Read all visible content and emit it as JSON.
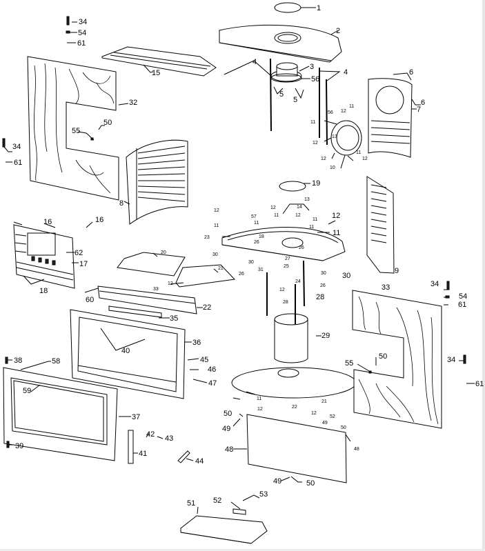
{
  "diagram": {
    "title": "Exploded parts diagram - wood stove",
    "callouts": [
      {
        "id": "c1",
        "label": "1"
      },
      {
        "id": "c2",
        "label": "2"
      },
      {
        "id": "c3",
        "label": "3"
      },
      {
        "id": "c4a",
        "label": "4"
      },
      {
        "id": "c4b",
        "label": "4"
      },
      {
        "id": "c5a",
        "label": "5"
      },
      {
        "id": "c5b",
        "label": "5"
      },
      {
        "id": "c56a",
        "label": "56"
      },
      {
        "id": "c6a",
        "label": "6"
      },
      {
        "id": "c6b",
        "label": "6"
      },
      {
        "id": "c7",
        "label": "7"
      },
      {
        "id": "c56b",
        "label": "56"
      },
      {
        "id": "c12a",
        "label": "12"
      },
      {
        "id": "c11a",
        "label": "11"
      },
      {
        "id": "c11b",
        "label": "11"
      },
      {
        "id": "c12b",
        "label": "12"
      },
      {
        "id": "c13a",
        "label": "13"
      },
      {
        "id": "c12c",
        "label": "12"
      },
      {
        "id": "c11c",
        "label": "11"
      },
      {
        "id": "c12d",
        "label": "12"
      },
      {
        "id": "c10",
        "label": "10"
      },
      {
        "id": "c34a",
        "label": "34"
      },
      {
        "id": "c54a",
        "label": "54"
      },
      {
        "id": "c61a",
        "label": "61"
      },
      {
        "id": "c15",
        "label": "15"
      },
      {
        "id": "c32",
        "label": "32"
      },
      {
        "id": "c50a",
        "label": "50"
      },
      {
        "id": "c55a",
        "label": "55"
      },
      {
        "id": "c34b",
        "label": "34"
      },
      {
        "id": "c61b",
        "label": "61"
      },
      {
        "id": "c8",
        "label": "8"
      },
      {
        "id": "c19",
        "label": "19"
      },
      {
        "id": "c13b",
        "label": "13"
      },
      {
        "id": "c14",
        "label": "14"
      },
      {
        "id": "c12e",
        "label": "12"
      },
      {
        "id": "c12f",
        "label": "12"
      },
      {
        "id": "c12g",
        "label": "12"
      },
      {
        "id": "c12h",
        "label": "12"
      },
      {
        "id": "c57",
        "label": "57"
      },
      {
        "id": "c11d",
        "label": "11"
      },
      {
        "id": "c11e",
        "label": "11"
      },
      {
        "id": "c11f",
        "label": "11"
      },
      {
        "id": "c11g",
        "label": "11"
      },
      {
        "id": "c11h",
        "label": "11"
      },
      {
        "id": "c11i",
        "label": "11"
      },
      {
        "id": "c23",
        "label": "23"
      },
      {
        "id": "c18b",
        "label": "18"
      },
      {
        "id": "c26a",
        "label": "26"
      },
      {
        "id": "c26b",
        "label": "26"
      },
      {
        "id": "c26c",
        "label": "26"
      },
      {
        "id": "c26d",
        "label": "26"
      },
      {
        "id": "c30a",
        "label": "30"
      },
      {
        "id": "c30b",
        "label": "30"
      },
      {
        "id": "c30c",
        "label": "30"
      },
      {
        "id": "c30d",
        "label": "30"
      },
      {
        "id": "c27",
        "label": "27"
      },
      {
        "id": "c25",
        "label": "25"
      },
      {
        "id": "c31",
        "label": "31"
      },
      {
        "id": "c24",
        "label": "24"
      },
      {
        "id": "c12i",
        "label": "12"
      },
      {
        "id": "c28a",
        "label": "28"
      },
      {
        "id": "c28b",
        "label": "28"
      },
      {
        "id": "c29",
        "label": "29"
      },
      {
        "id": "c9",
        "label": "9"
      },
      {
        "id": "c16a",
        "label": "16"
      },
      {
        "id": "c16b",
        "label": "16"
      },
      {
        "id": "c62",
        "label": "62"
      },
      {
        "id": "c17",
        "label": "17"
      },
      {
        "id": "c18",
        "label": "18"
      },
      {
        "id": "c20",
        "label": "20"
      },
      {
        "id": "c21",
        "label": "21"
      },
      {
        "id": "c12j",
        "label": "12"
      },
      {
        "id": "c33b",
        "label": "33"
      },
      {
        "id": "c60",
        "label": "60"
      },
      {
        "id": "c22",
        "label": "22"
      },
      {
        "id": "c35",
        "label": "35"
      },
      {
        "id": "c36",
        "label": "36"
      },
      {
        "id": "c40",
        "label": "40"
      },
      {
        "id": "c45",
        "label": "45"
      },
      {
        "id": "c46",
        "label": "46"
      },
      {
        "id": "c47",
        "label": "47"
      },
      {
        "id": "c38",
        "label": "38"
      },
      {
        "id": "c58",
        "label": "58"
      },
      {
        "id": "c59",
        "label": "59"
      },
      {
        "id": "c37",
        "label": "37"
      },
      {
        "id": "c39",
        "label": "39"
      },
      {
        "id": "c42",
        "label": "42"
      },
      {
        "id": "c43",
        "label": "43"
      },
      {
        "id": "c41",
        "label": "41"
      },
      {
        "id": "c44",
        "label": "44"
      },
      {
        "id": "c33",
        "label": "33"
      },
      {
        "id": "c34c",
        "label": "34"
      },
      {
        "id": "c54b",
        "label": "54"
      },
      {
        "id": "c61c",
        "label": "61"
      },
      {
        "id": "c55b",
        "label": "55"
      },
      {
        "id": "c50b",
        "label": "50"
      },
      {
        "id": "c34d",
        "label": "34"
      },
      {
        "id": "c61d",
        "label": "61"
      },
      {
        "id": "c11j",
        "label": "11"
      },
      {
        "id": "c21b",
        "label": "21"
      },
      {
        "id": "c12k",
        "label": "12"
      },
      {
        "id": "c12l",
        "label": "12"
      },
      {
        "id": "c22b",
        "label": "22"
      },
      {
        "id": "c52b",
        "label": "52"
      },
      {
        "id": "c49a",
        "label": "49"
      },
      {
        "id": "c50c",
        "label": "50"
      },
      {
        "id": "c49b",
        "label": "49"
      },
      {
        "id": "c48",
        "label": "48"
      },
      {
        "id": "c50d",
        "label": "50"
      },
      {
        "id": "c48b",
        "label": "48"
      },
      {
        "id": "c49c",
        "label": "49"
      },
      {
        "id": "c50e",
        "label": "50"
      },
      {
        "id": "c51",
        "label": "51"
      },
      {
        "id": "c52",
        "label": "52"
      },
      {
        "id": "c53",
        "label": "53"
      }
    ]
  }
}
